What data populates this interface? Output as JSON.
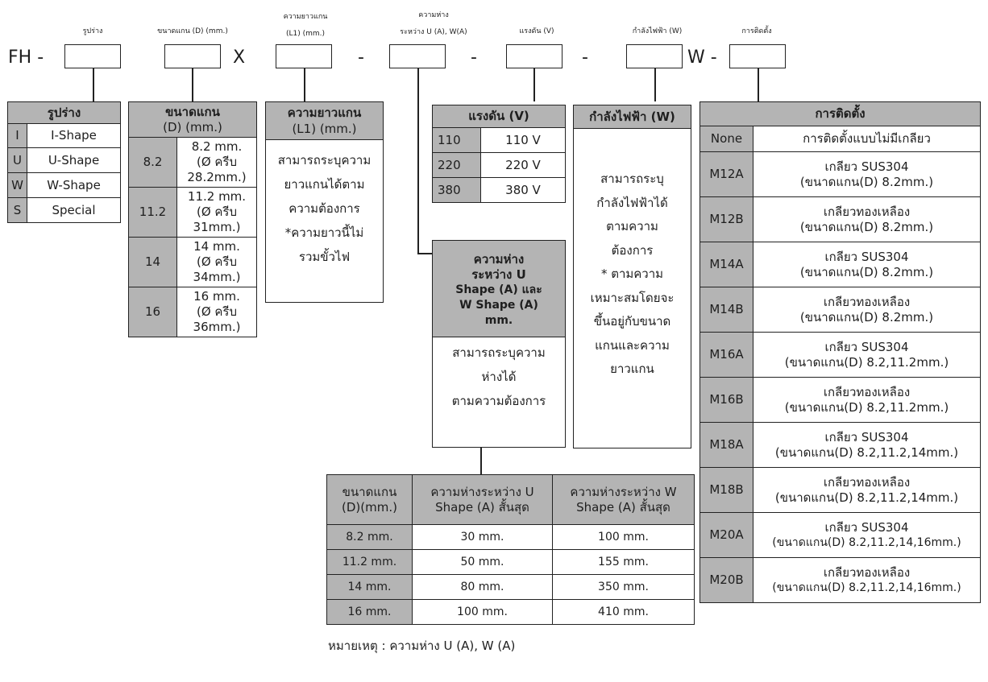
{
  "top_labels": {
    "shape": "รูปร่าง",
    "diameter": "ขนาดแกน (D) (mm.)",
    "length_1": "ความยาวแกน",
    "length_2": "(L1) (mm.)",
    "spacing_1": "ความห่าง",
    "spacing_2": "ระหว่าง U (A), W(A)",
    "voltage": "แรงดัน (V)",
    "power": "กำลังไฟฟ้า (W)",
    "mounting": "การติดตั้ง"
  },
  "code": {
    "prefix": "FH -",
    "x": "X",
    "dash1": "-",
    "dash2": "-",
    "dash3": "-",
    "suffix": "W -"
  },
  "shape_table": {
    "header": "รูปร่าง",
    "rows": [
      {
        "code": "I",
        "name": "I-Shape"
      },
      {
        "code": "U",
        "name": "U-Shape"
      },
      {
        "code": "W",
        "name": "W-Shape"
      },
      {
        "code": "S",
        "name": "Special"
      }
    ]
  },
  "diameter_table": {
    "header_1": "ขนาดแกน",
    "header_2": "(D) (mm.)",
    "rows": [
      {
        "code": "8.2",
        "l1": "8.2 mm.",
        "l2": "(Ø ครีบ",
        "l3": "28.2mm.)"
      },
      {
        "code": "11.2",
        "l1": "11.2 mm.",
        "l2": "(Ø ครีบ",
        "l3": "31mm.)"
      },
      {
        "code": "14",
        "l1": "14 mm.",
        "l2": "(Ø ครีบ",
        "l3": "34mm.)"
      },
      {
        "code": "16",
        "l1": "16 mm.",
        "l2": "(Ø ครีบ",
        "l3": "36mm.)"
      }
    ]
  },
  "length_box": {
    "header_1": "ความยาวแกน",
    "header_2": "(L1) (mm.)",
    "lines": [
      "สามารถระบุความ",
      "ยาวแกนได้ตาม",
      "ความต้องการ",
      "*ความยาวนี้ไม่",
      "รวมขั้วไฟ"
    ]
  },
  "voltage_table": {
    "header": "แรงดัน (V)",
    "rows": [
      {
        "code": "110",
        "value": "110 V"
      },
      {
        "code": "220",
        "value": "220 V"
      },
      {
        "code": "380",
        "value": "380 V"
      }
    ]
  },
  "spacing_box": {
    "header_lines": [
      "ความห่าง",
      "ระหว่าง U",
      "Shape (A) และ",
      "W Shape (A)",
      "mm."
    ],
    "lines": [
      "สามารถระบุความ",
      "ห่างได้",
      "ตามความต้องการ"
    ]
  },
  "power_box": {
    "header": "กำลังไฟฟ้า (W)",
    "lines": [
      "สามารถระบุ",
      "กำลังไฟฟ้าได้",
      "ตามความ",
      "ต้องการ",
      "* ตามความ",
      "เหมาะสมโดยจะ",
      "ขึ้นอยู่กับขนาด",
      "แกนและความ",
      "ยาวแกน"
    ]
  },
  "mounting_table": {
    "header": "การติดตั้ง",
    "rows": [
      {
        "code": "None",
        "l1": "การติดตั้งแบบไม่มีเกลียว",
        "l2": ""
      },
      {
        "code": "M12A",
        "l1": "เกลียว SUS304",
        "l2": "(ขนาดแกน(D) 8.2mm.)"
      },
      {
        "code": "M12B",
        "l1": "เกลียวทองเหลือง",
        "l2": "(ขนาดแกน(D) 8.2mm.)"
      },
      {
        "code": "M14A",
        "l1": "เกลียว SUS304",
        "l2": "(ขนาดแกน(D) 8.2mm.)"
      },
      {
        "code": "M14B",
        "l1": "เกลียวทองเหลือง",
        "l2": "(ขนาดแกน(D) 8.2mm.)"
      },
      {
        "code": "M16A",
        "l1": "เกลียว SUS304",
        "l2": "(ขนาดแกน(D) 8.2,11.2mm.)"
      },
      {
        "code": "M16B",
        "l1": "เกลียวทองเหลือง",
        "l2": "(ขนาดแกน(D) 8.2,11.2mm.)"
      },
      {
        "code": "M18A",
        "l1": "เกลียว SUS304",
        "l2": "(ขนาดแกน(D) 8.2,11.2,14mm.)"
      },
      {
        "code": "M18B",
        "l1": "เกลียวทองเหลือง",
        "l2": "(ขนาดแกน(D) 8.2,11.2,14mm.)"
      },
      {
        "code": "M20A",
        "l1": "เกลียว SUS304",
        "l2": "(ขนาดแกน(D) 8.2,11.2,14,16mm.)"
      },
      {
        "code": "M20B",
        "l1": "เกลียวทองเหลือง",
        "l2": "(ขนาดแกน(D) 8.2,11.2,14,16mm.)"
      }
    ]
  },
  "spacing_table": {
    "col1_1": "ขนาดแกน",
    "col1_2": "(D)(mm.)",
    "col2_1": "ความห่างระหว่าง U",
    "col2_2": "Shape (A) สั้นสุด",
    "col3_1": "ความห่างระหว่าง W",
    "col3_2": "Shape (A) สั้นสุด",
    "rows": [
      {
        "d": "8.2 mm.",
        "u": "30 mm.",
        "w": "100 mm."
      },
      {
        "d": "11.2 mm.",
        "u": "50 mm.",
        "w": "155 mm."
      },
      {
        "d": "14 mm.",
        "u": "80 mm.",
        "w": "350 mm."
      },
      {
        "d": "16 mm.",
        "u": "100 mm.",
        "w": "410 mm."
      }
    ]
  },
  "note": "หมายเหตุ : ความห่าง U (A), W (A)"
}
